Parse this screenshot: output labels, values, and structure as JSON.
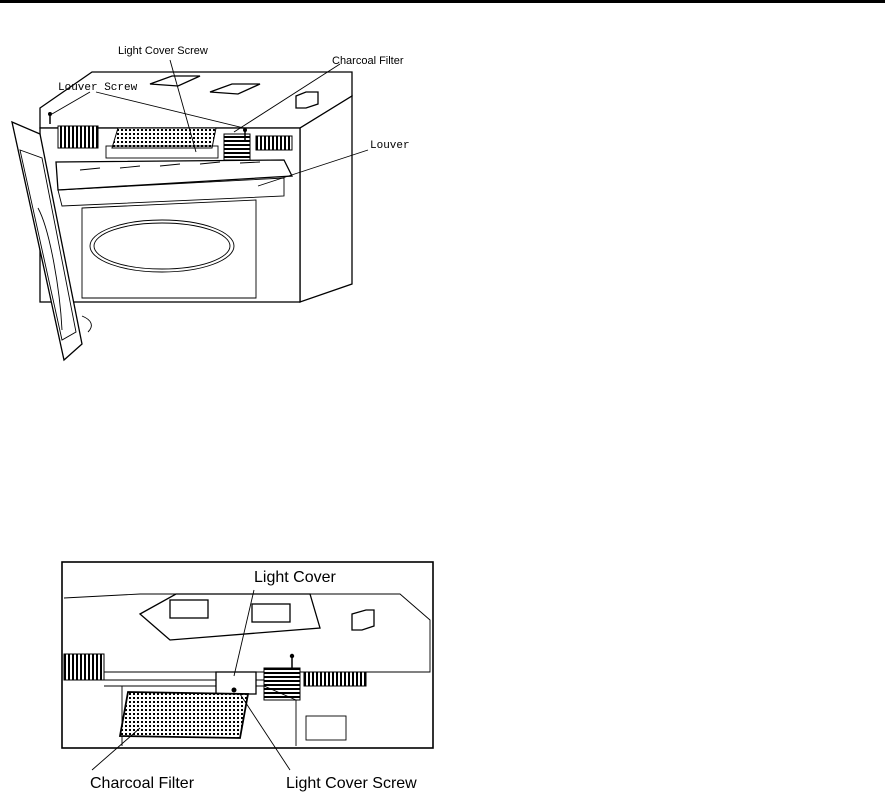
{
  "figure_1": {
    "labels": {
      "light_cover_screw": "Light Cover Screw",
      "charcoal_filter": "Charcoal Filter",
      "louver_screw": "Louver Screw",
      "louver": "Louver"
    }
  },
  "figure_2": {
    "labels": {
      "light_cover": "Light Cover",
      "charcoal_filter": "Charcoal  Filter",
      "light_cover_screw": "Light Cover Screw"
    }
  },
  "icons": [
    "screw-icon",
    "vent-grille-icon",
    "filter-mesh-icon"
  ]
}
